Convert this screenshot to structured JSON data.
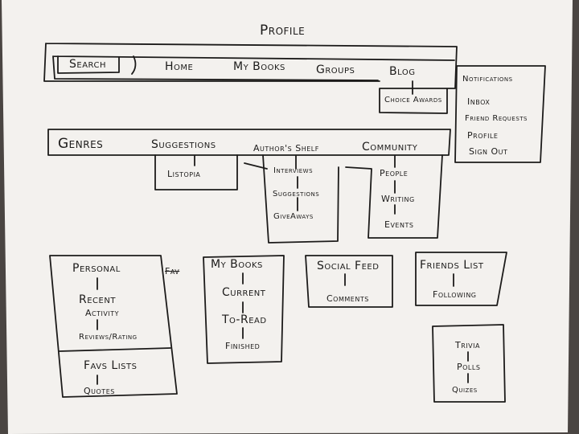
{
  "page_title": "Profile",
  "top_nav": {
    "items": [
      "Search",
      "Home",
      "My Books",
      "Groups",
      "Blog"
    ],
    "blog_sub": "Choice Awards"
  },
  "account_menu": {
    "items": [
      "Notifications",
      "Inbox",
      "Friend Requests",
      "Profile",
      "Sign Out"
    ]
  },
  "secondary_nav": {
    "genres": "Genres",
    "suggestions": "Suggestions",
    "suggestions_sub": "Listopia",
    "authors_shelf": "Author's Shelf",
    "authors_shelf_sub": [
      "Interviews",
      "Suggestions",
      "GiveAways"
    ],
    "community": "Community",
    "community_sub": [
      "People",
      "Writing",
      "Events"
    ]
  },
  "personal": {
    "title": "Personal",
    "items": [
      "Recent",
      "Activity",
      "Reviews/Rating",
      "Favs Lists",
      "Quotes"
    ],
    "scratch": "Fav"
  },
  "my_books": {
    "title": "My Books",
    "items": [
      "Current",
      "To-Read",
      "Finished"
    ]
  },
  "social_feed": {
    "title": "Social Feed",
    "items": [
      "Comments"
    ]
  },
  "friends_list": {
    "title": "Friends List",
    "items": [
      "Following"
    ]
  },
  "trivia": {
    "title": "Trivia",
    "items": [
      "Polls",
      "Quizes"
    ]
  },
  "colors": {
    "paper": "#f3f1ee",
    "ink": "#1c1b1a",
    "backdrop": "#4a4542"
  }
}
